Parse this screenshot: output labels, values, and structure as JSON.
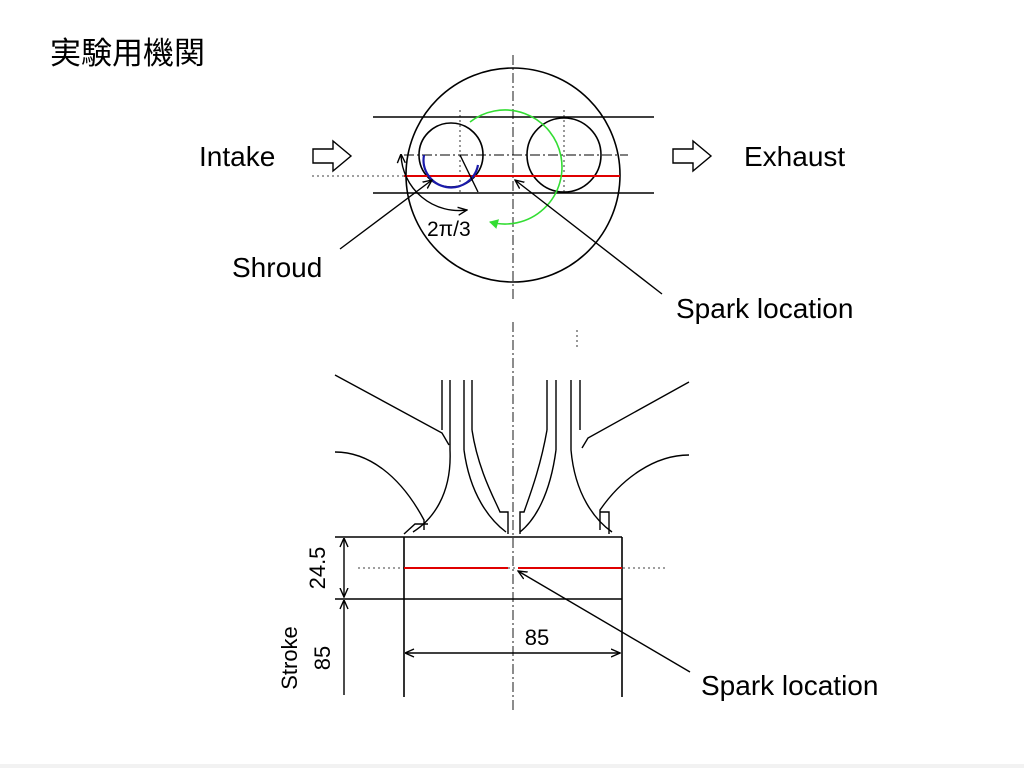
{
  "slide": {
    "title": "実験用機関"
  },
  "top_view": {
    "intake_label": "Intake",
    "exhaust_label": "Exhaust",
    "angle_label": "2π/3",
    "shroud_label": "Shroud",
    "spark_label": "Spark location"
  },
  "side_view": {
    "clearance_value": "24.5",
    "stroke_label": "Stroke",
    "stroke_value": "85",
    "bore_value": "85",
    "spark_label": "Spark location"
  },
  "colors": {
    "spark_plane": "#e00000",
    "shroud": "#1a1aaa",
    "swirl_arrow": "#33dd33",
    "outline": "#000000"
  },
  "icons": {
    "intake_arrow": "hollow-right-arrow-icon",
    "exhaust_arrow": "hollow-right-arrow-icon"
  }
}
